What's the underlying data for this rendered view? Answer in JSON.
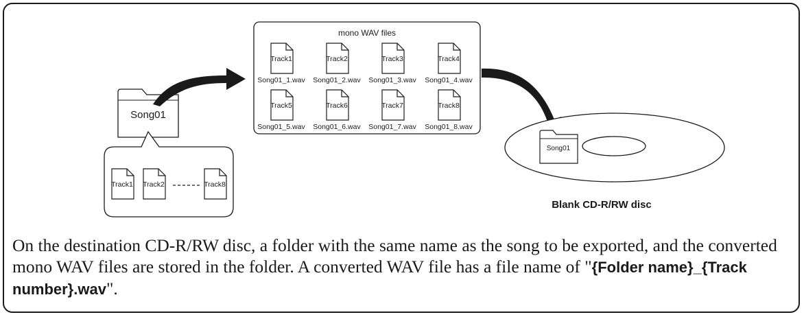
{
  "source_folder": {
    "name": "Song01",
    "tracks": [
      "Track1",
      "Track2",
      "Track8"
    ]
  },
  "wav_group": {
    "title": "mono WAV files",
    "files": [
      {
        "track": "Track1",
        "file": "Song01_1.wav"
      },
      {
        "track": "Track2",
        "file": "Song01_2.wav"
      },
      {
        "track": "Track3",
        "file": "Song01_3.wav"
      },
      {
        "track": "Track4",
        "file": "Song01_4.wav"
      },
      {
        "track": "Track5",
        "file": "Song01_5.wav"
      },
      {
        "track": "Track6",
        "file": "Song01_6.wav"
      },
      {
        "track": "Track7",
        "file": "Song01_7.wav"
      },
      {
        "track": "Track8",
        "file": "Song01_8.wav"
      }
    ]
  },
  "disc": {
    "folder_name": "Song01",
    "label": "Blank CD-R/RW disc"
  },
  "caption": {
    "text": "On the destination CD-R/RW disc, a folder with the same name as the song to be exported, and the converted mono WAV files are stored in the folder. A converted WAV file has a file name of \"",
    "format": "{Folder name}_{Track number}.wav",
    "end": "\"."
  }
}
